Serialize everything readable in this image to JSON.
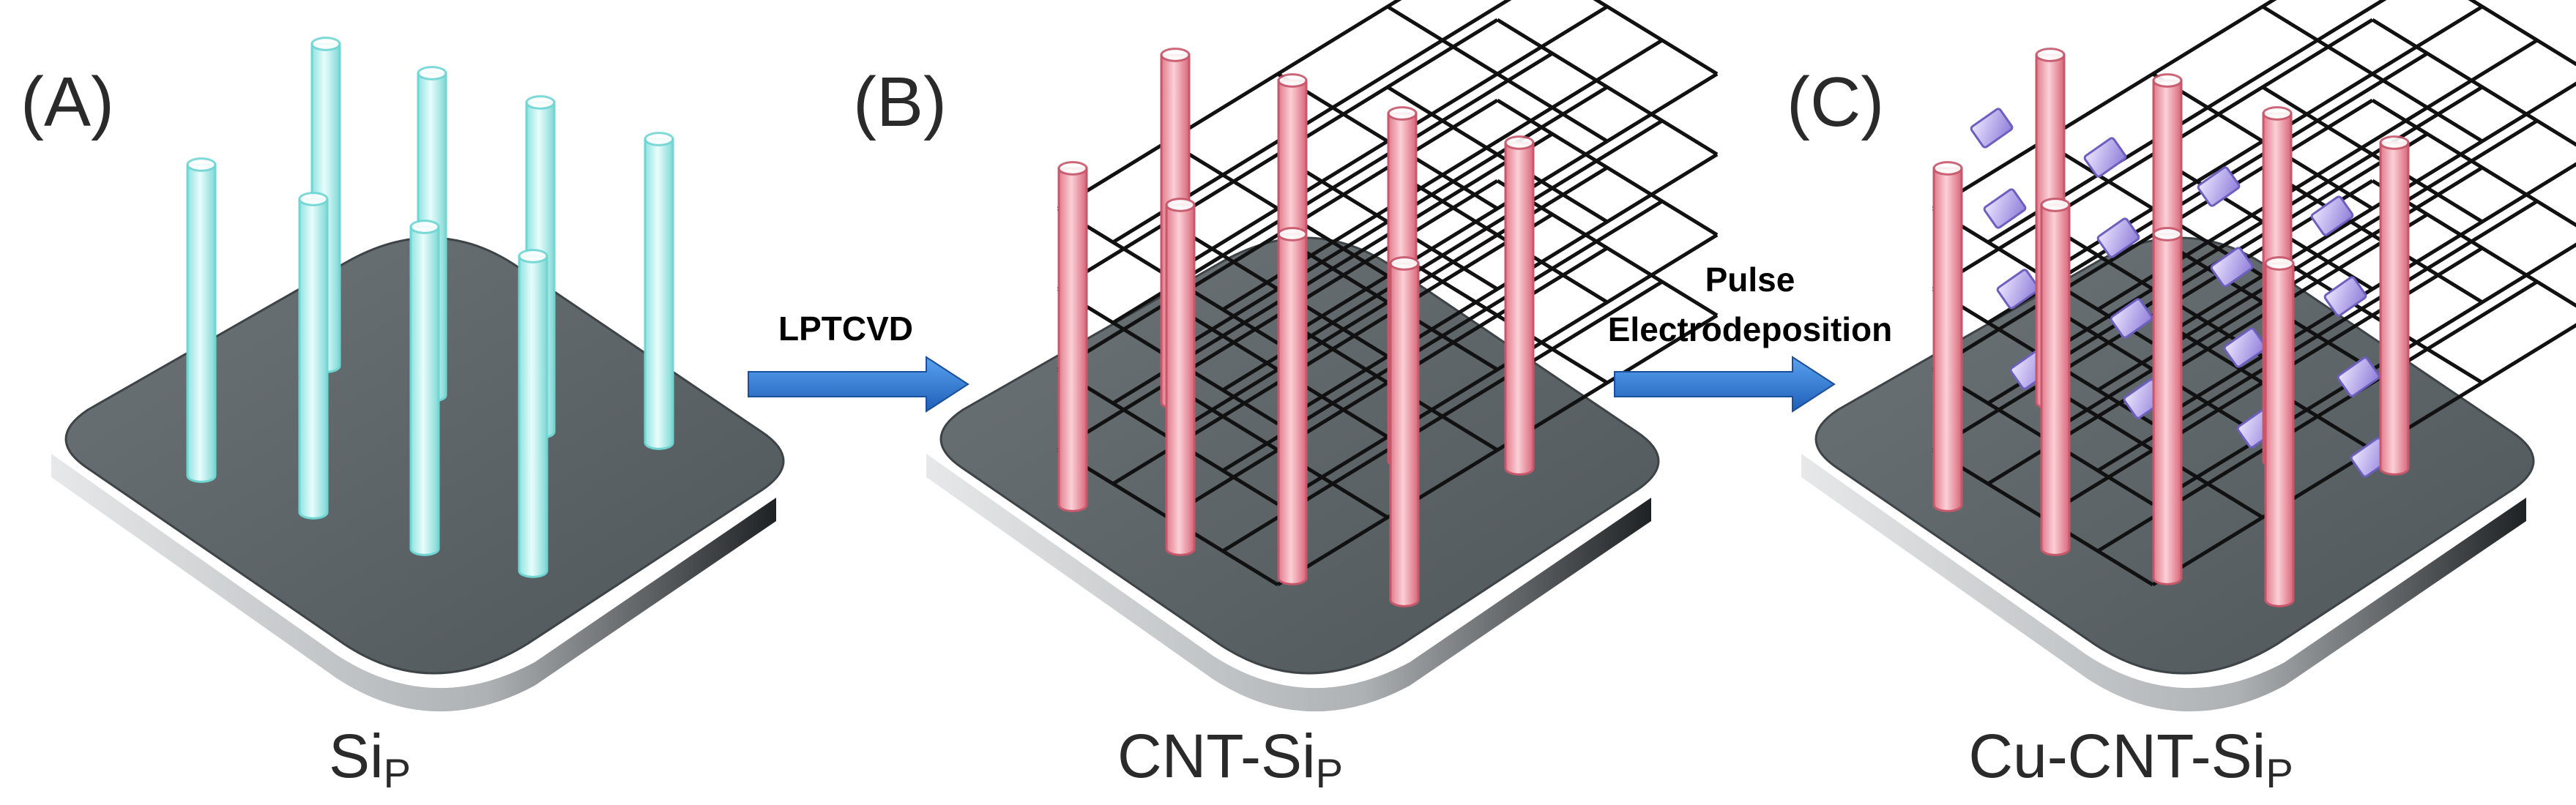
{
  "panels": [
    {
      "id": "A",
      "label": "(A)",
      "caption_main": "Si",
      "caption_sub": "P"
    },
    {
      "id": "B",
      "label": "(B)",
      "caption_main": "CNT-Si",
      "caption_sub": "P"
    },
    {
      "id": "C",
      "label": "(C)",
      "caption_main": "Cu-CNT-Si",
      "caption_sub": "P"
    }
  ],
  "steps": [
    {
      "id": "step-1",
      "lines": [
        "LPTCVD"
      ]
    },
    {
      "id": "step-2",
      "lines": [
        "Pulse",
        "Electrodeposition"
      ]
    }
  ],
  "colors": {
    "substrate_top": "#5d6468",
    "substrate_side": "#c7cacc",
    "pillar_si": "#bff2f0",
    "pillar_si_edge": "#6fd6d4",
    "pillar_cnt": "#f3a3b0",
    "pillar_cnt_edge": "#c7576b",
    "cnt_mesh": "#111111",
    "cu_particle": "#a99ae8",
    "arrow": "#2f78d6"
  }
}
